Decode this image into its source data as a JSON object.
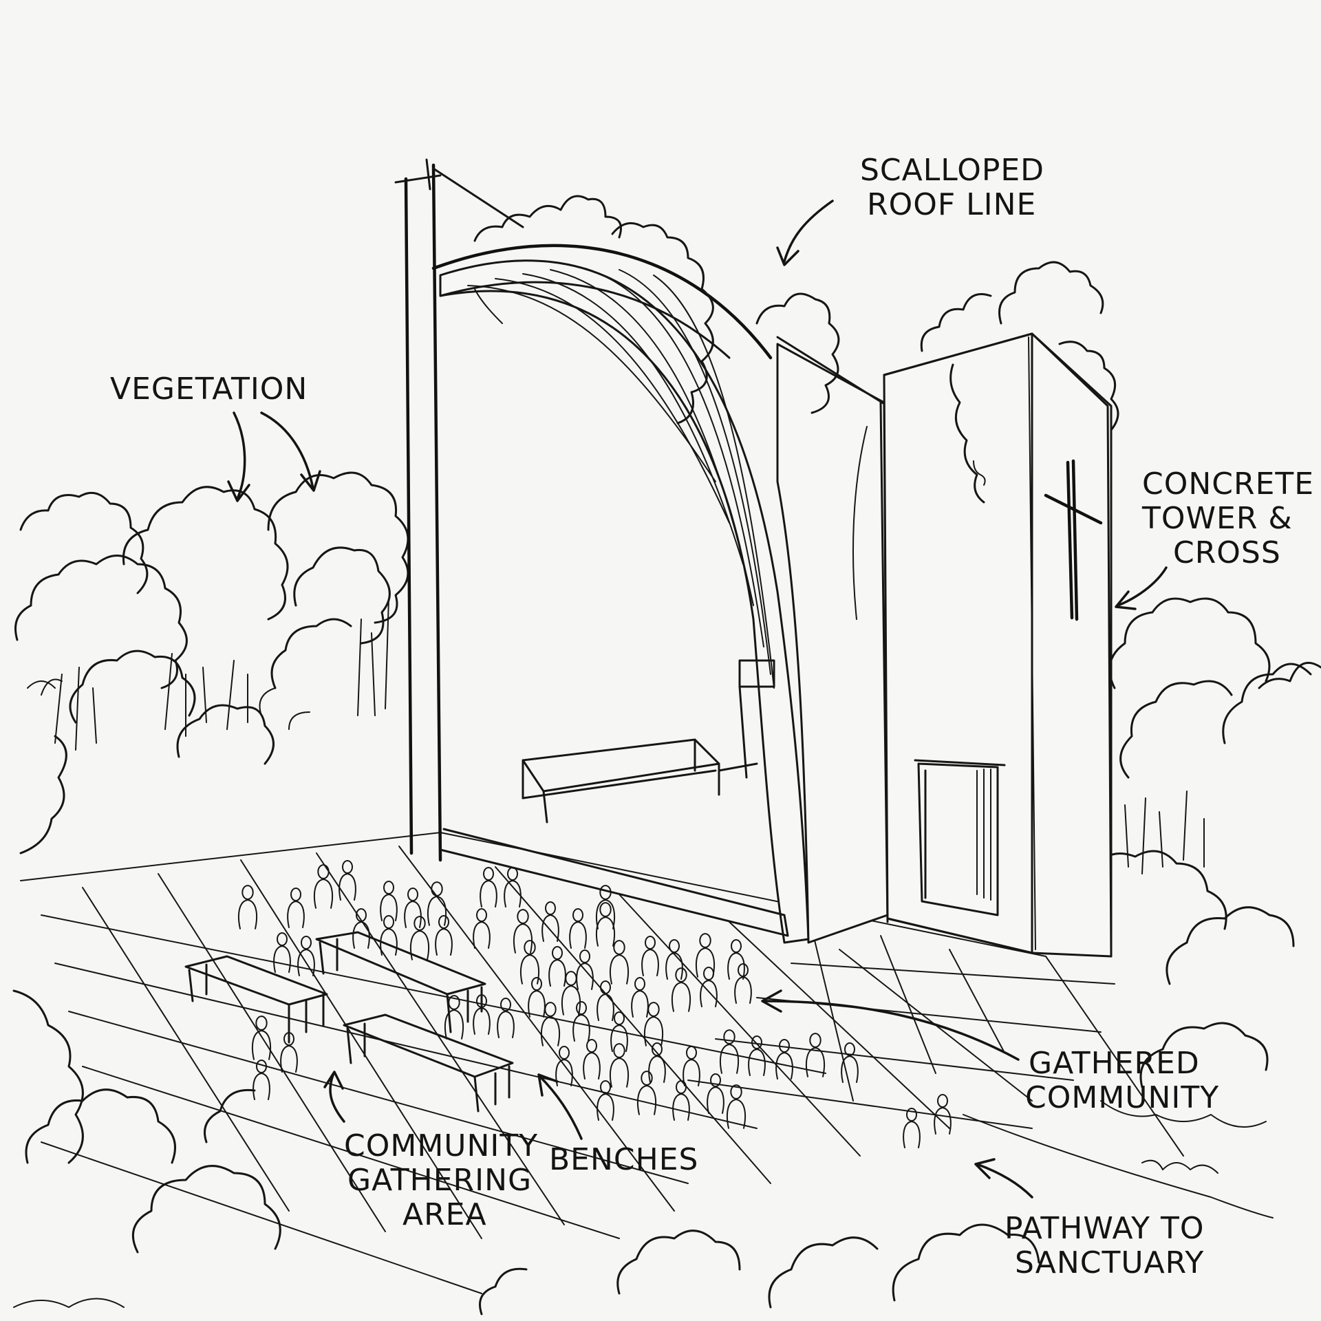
{
  "labels": {
    "scalloped_roof_line": [
      "SCALLOPED",
      "ROOF LINE"
    ],
    "vegetation": "VEGETATION",
    "concrete_tower_cross": [
      "CONCRETE",
      "TOWER &",
      "CROSS"
    ],
    "gathered_community": [
      "GATHERED",
      "COMMUNITY"
    ],
    "community_gathering_area": [
      "COMMUNITY",
      "GATHERING",
      "AREA"
    ],
    "benches": "BENCHES",
    "pathway_to_sanctuary": [
      "PATHWAY TO",
      "SANCTUARY"
    ]
  },
  "colors": {
    "ink": "#161616",
    "paper": "#f6f6f4"
  }
}
